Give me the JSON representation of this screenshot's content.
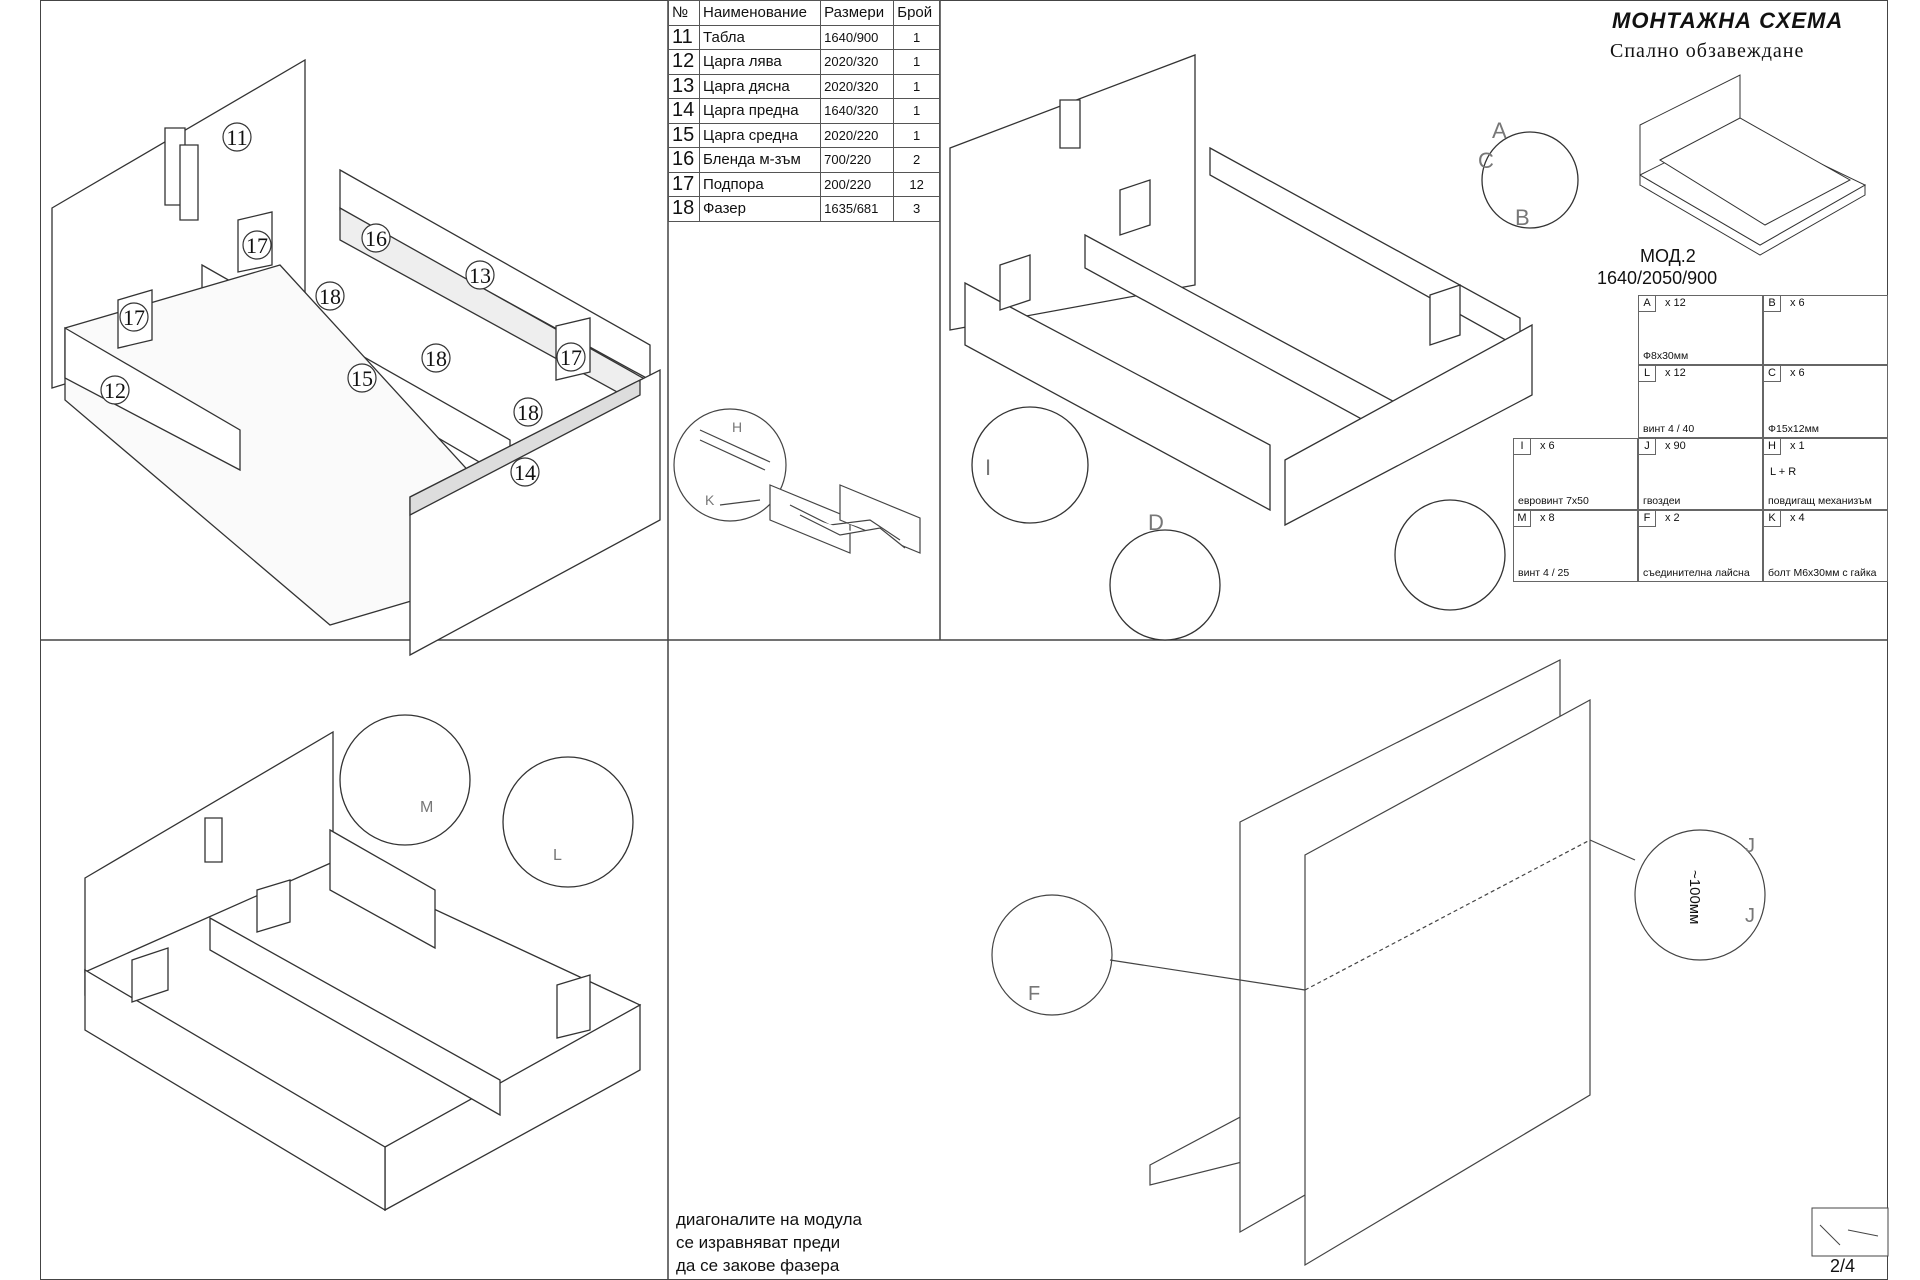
{
  "title": {
    "main": "МОНТАЖНА СХЕМА",
    "sub": "Спално обзавеждане",
    "model": "МОД.2",
    "model_size": "1640/2050/900"
  },
  "parts_table": {
    "headers": [
      "№",
      "Наименование",
      "Размери",
      "Брой"
    ],
    "rows": [
      {
        "no": "11",
        "name": "Табла",
        "size": "1640/900",
        "qty": "1"
      },
      {
        "no": "12",
        "name": "Царга лява",
        "size": "2020/320",
        "qty": "1"
      },
      {
        "no": "13",
        "name": "Царга дясна",
        "size": "2020/320",
        "qty": "1"
      },
      {
        "no": "14",
        "name": "Царга предна",
        "size": "1640/320",
        "qty": "1"
      },
      {
        "no": "15",
        "name": "Царга средна",
        "size": "2020/220",
        "qty": "1"
      },
      {
        "no": "16",
        "name": "Бленда м-зъм",
        "size": "700/220",
        "qty": "2"
      },
      {
        "no": "17",
        "name": "Подпора",
        "size": "200/220",
        "qty": "12"
      },
      {
        "no": "18",
        "name": "Фазер",
        "size": "1635/681",
        "qty": "3"
      }
    ]
  },
  "hardware": [
    {
      "letter": "A",
      "qty": "x 12",
      "desc": "Ф8x30мм"
    },
    {
      "letter": "B",
      "qty": "x 6",
      "desc": ""
    },
    {
      "letter": "L",
      "qty": "x 12",
      "desc": "винт 4 / 40"
    },
    {
      "letter": "C",
      "qty": "x 6",
      "desc": "Ф15x12мм"
    },
    {
      "letter": "I",
      "qty": "x 6",
      "desc": "евровинт 7x50"
    },
    {
      "letter": "J",
      "qty": "x 90",
      "desc": "гвоздеи"
    },
    {
      "letter": "H",
      "qty": "x 1",
      "desc": "повдигащ механизъм",
      "extra": "L + R"
    },
    {
      "letter": "M",
      "qty": "x 8",
      "desc": "винт 4 / 25"
    },
    {
      "letter": "F",
      "qty": "x 2",
      "desc": "съединителна лайсна"
    },
    {
      "letter": "K",
      "qty": "x 4",
      "desc": "болт М6x30мм с гайка"
    }
  ],
  "diagram_labels": {
    "part_numbers": [
      "11",
      "12",
      "13",
      "14",
      "15",
      "16",
      "17",
      "17",
      "17",
      "18",
      "18",
      "18"
    ],
    "detail_letters": [
      "A",
      "B",
      "C",
      "D",
      "H",
      "I",
      "K",
      "M",
      "L",
      "F",
      "J",
      "J"
    ],
    "dimension": "~100мм"
  },
  "note": {
    "line1": "диагоналите на модула",
    "line2": "се изравняват преди",
    "line3": "да се закове фазера"
  },
  "page": "2/4"
}
